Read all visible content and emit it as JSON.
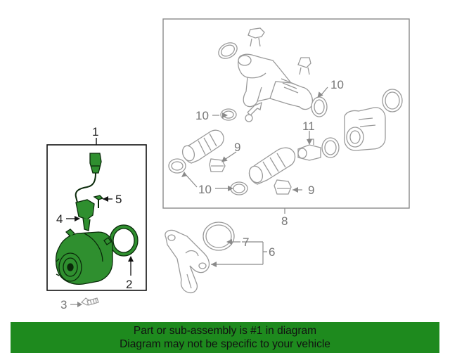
{
  "callouts": {
    "c1": "1",
    "c2": "2",
    "c3": "3",
    "c4": "4",
    "c5": "5",
    "c6": "6",
    "c7": "7",
    "c8": "8",
    "c9a": "9",
    "c9b": "9",
    "c10a": "10",
    "c10b": "10",
    "c10c": "10",
    "c11": "11"
  },
  "banner": {
    "line1": "Part or sub-assembly is #1 in diagram",
    "line2": "Diagram may not be specific to your vehicle"
  },
  "colors": {
    "highlight_fill": "#2f8f2f",
    "highlight_stroke": "#0a2a0a",
    "banner_bg": "#1e8a1e",
    "line_grey": "#8a8a8a"
  }
}
